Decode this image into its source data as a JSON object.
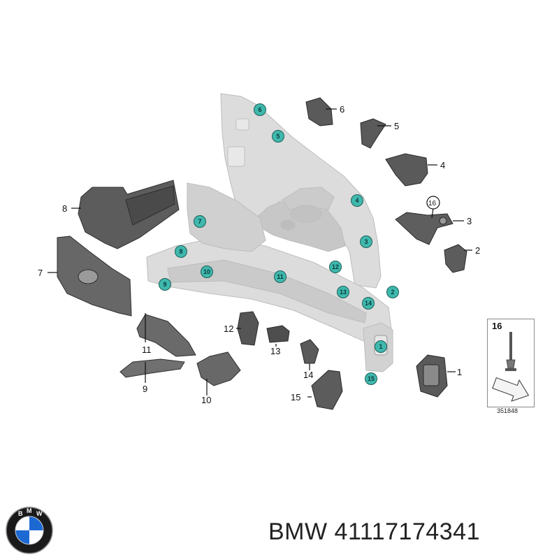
{
  "diagram": {
    "callouts": [
      "1",
      "2",
      "3",
      "4",
      "5",
      "6",
      "7",
      "8",
      "9",
      "10",
      "11",
      "12",
      "13",
      "14",
      "15",
      "16"
    ],
    "legend": {
      "number": "16",
      "drawing_code": "351848"
    },
    "brand_logo_letters": "BMW",
    "part_number_text": "BMW 41117174341"
  },
  "colors": {
    "callout_fill": "#3fb8ad",
    "part_gray": "#5a5a5a",
    "body_light": "#d6d6d6"
  }
}
